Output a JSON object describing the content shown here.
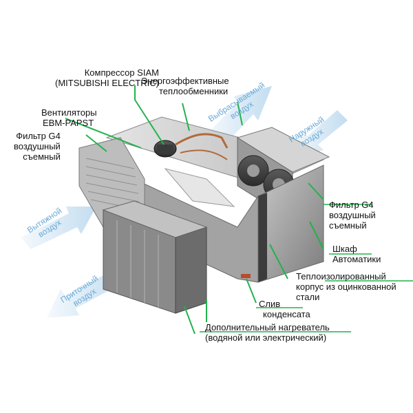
{
  "labels": {
    "compressor": [
      "Компрессор SIAM",
      "(MITSUBISHI ELECTRIC)"
    ],
    "heat_exchangers": [
      "Энергоэффективные",
      "теплообменники"
    ],
    "fans": [
      "Вентиляторы",
      "EBM-PAPST"
    ],
    "filter_left": [
      "Фильтр G4",
      "воздушный",
      "съемный"
    ],
    "filter_right": [
      "Фильтр G4",
      "воздушный",
      "съемный"
    ],
    "cabinet": [
      "Шкаф",
      "Автоматики"
    ],
    "housing": [
      "Теплоизолированный",
      "корпус из оцинкованной",
      "стали"
    ],
    "drain": [
      "Слив",
      "конденсата"
    ],
    "heater": [
      "Дополнительный нагреватель",
      "(водяной или электрический)"
    ]
  },
  "airflows": {
    "exhaust": [
      "Выбрасываемый",
      "воздух"
    ],
    "outdoor": [
      "Наружный",
      "воздух"
    ],
    "extract": [
      "Вытяжной",
      "воздух"
    ],
    "supply": [
      "Приточный",
      "воздух"
    ]
  },
  "colors": {
    "leader": "#22b24c",
    "arrow": "#bcd9ee",
    "arrow_text": "#6aa9d6",
    "casing": "#8a8a8a"
  }
}
